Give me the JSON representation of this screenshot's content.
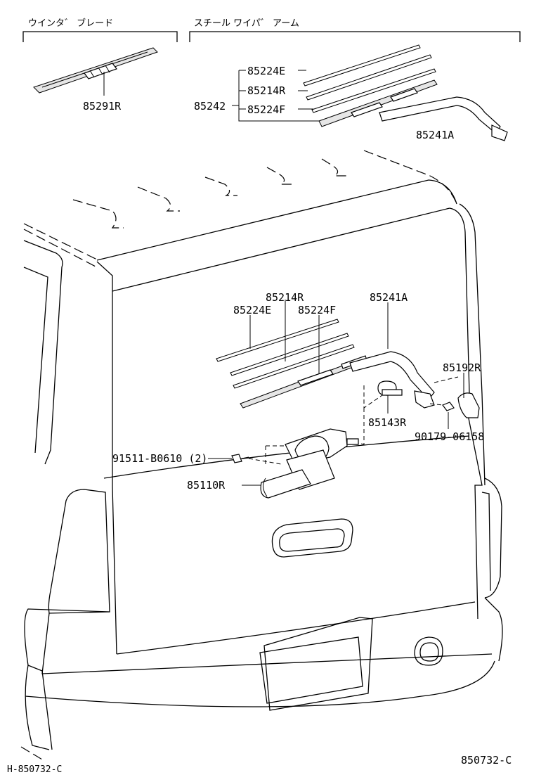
{
  "headers": {
    "blade": "ウインタ゛ ブレード",
    "arm": "スチール ワイパ゛ アーム"
  },
  "labels": {
    "top_85224E": "85224E",
    "top_85214R": "85214R",
    "top_85242": "85242",
    "top_85224F": "85224F",
    "top_85241A": "85241A",
    "blade_85291R": "85291R",
    "main_85214R": "85214R",
    "main_85224E": "85224E",
    "main_85224F": "85224F",
    "main_85241A": "85241A",
    "main_85192R": "85192R",
    "main_85143R": "85143R",
    "main_90179": "90179-06158",
    "main_91511": "91511-B0610 (2)",
    "main_85110R": "85110R"
  },
  "footer": {
    "left_code": "H-850732-C",
    "right_code": "850732-C"
  }
}
